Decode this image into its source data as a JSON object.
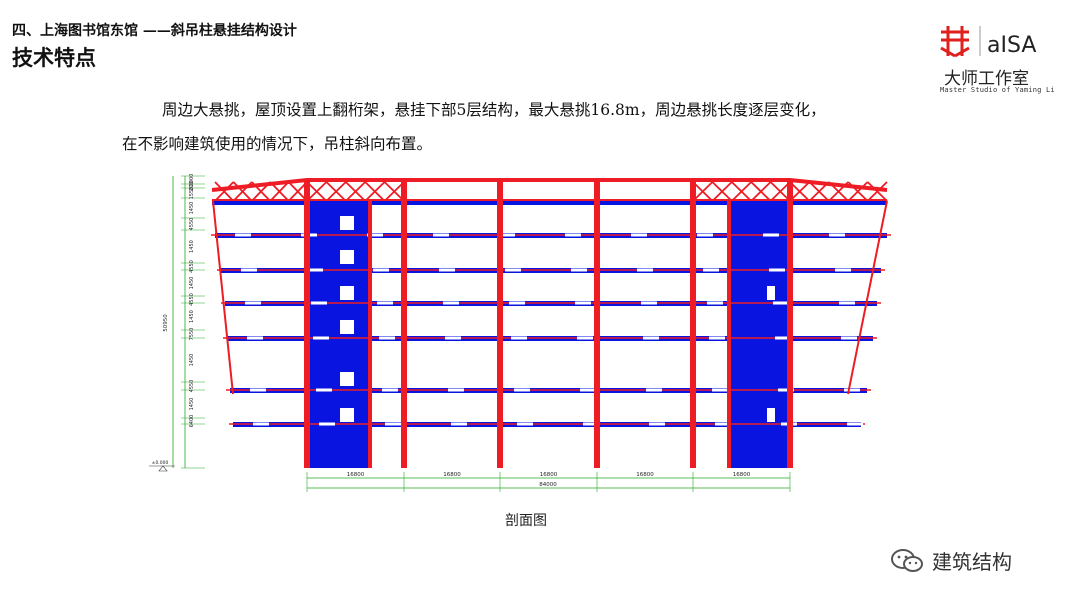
{
  "header": {
    "section_title": "四、上海图书馆东馆 ——斜吊柱悬挂结构设计",
    "page_heading": "技术特点"
  },
  "logo": {
    "brand": "aISA",
    "studio": "大师工作室",
    "subtitle": "Master Studio of Yaming Li",
    "accent_color": "#e0201d"
  },
  "body": {
    "line1": "周边大悬挑，屋顶设置上翻桁架，悬挂下部5层结构，最大悬挑16.8m，周边悬挑长度逐层变化，",
    "line2": "在不影响建筑使用的情况下，吊柱斜向布置。"
  },
  "diagram": {
    "caption": "剖面图",
    "colors": {
      "frame": "#ee1c24",
      "core": "#0a14e0",
      "dim": "#22aa22"
    },
    "total_height_label": "50950",
    "story_dims": [
      "2000",
      "200",
      "1550",
      "1450",
      "4550",
      "1450",
      "4550",
      "1450",
      "4550",
      "1450",
      "7550",
      "1450",
      "4550",
      "1450",
      "6400"
    ],
    "bay_dims": [
      "16800",
      "16800",
      "16800",
      "16800",
      "16800"
    ],
    "total_width_label": "84000",
    "ground_level": "±0.000"
  },
  "watermark": {
    "text": "建筑结构"
  }
}
